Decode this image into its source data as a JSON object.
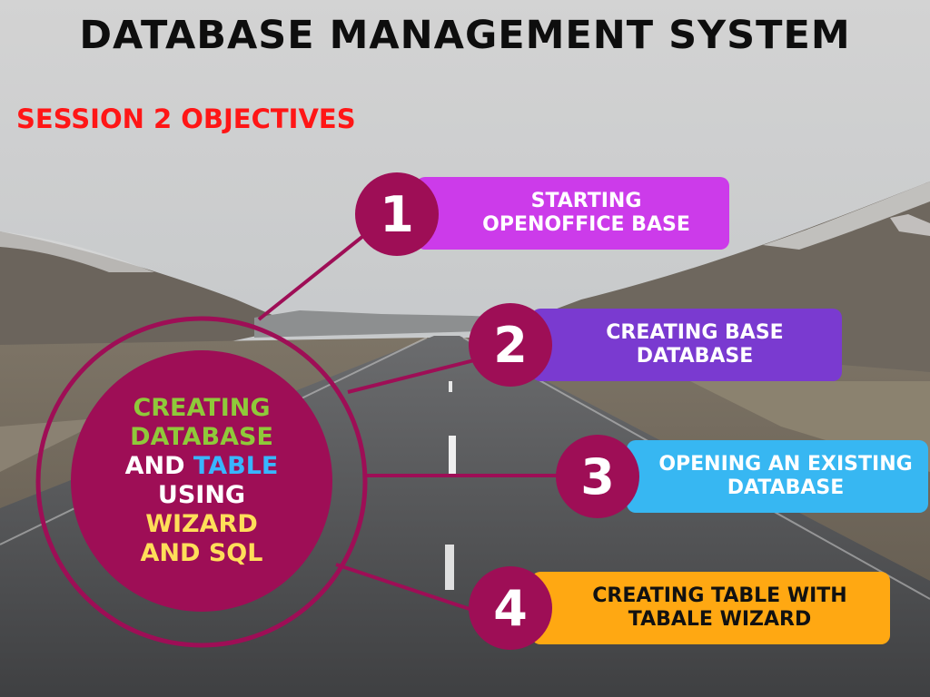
{
  "title": "DATABASE MANAGEMENT SYSTEM",
  "subtitle": "SESSION 2 OBJECTIVES",
  "center": {
    "line1": "CREATING",
    "line2": "DATABASE",
    "line3a": "AND",
    "line3b": "TABLE",
    "line4": "USING",
    "line5": "WIZARD",
    "line6": "AND SQL"
  },
  "objectives": [
    {
      "number": "1",
      "line1": "STARTING",
      "line2": "OPENOFFICE BASE",
      "color": "#cc3bea"
    },
    {
      "number": "2",
      "line1": "CREATING BASE",
      "line2": "DATABASE",
      "color": "#7a3ad0"
    },
    {
      "number": "3",
      "line1": "OPENING AN EXISTING",
      "line2": "DATABASE",
      "color": "#37b7f2"
    },
    {
      "number": "4",
      "line1": "CREATING TABLE WITH",
      "line2": "TABALE WIZARD",
      "color": "#ffa812"
    }
  ],
  "colors": {
    "accent": "#9e0e56",
    "title_text": "#0e0e0e",
    "subtitle_text": "#ff1616",
    "center_green": "#8fc93a",
    "center_blue": "#38b6ff",
    "center_yellow": "#ffde59",
    "center_white": "#ffffff"
  }
}
